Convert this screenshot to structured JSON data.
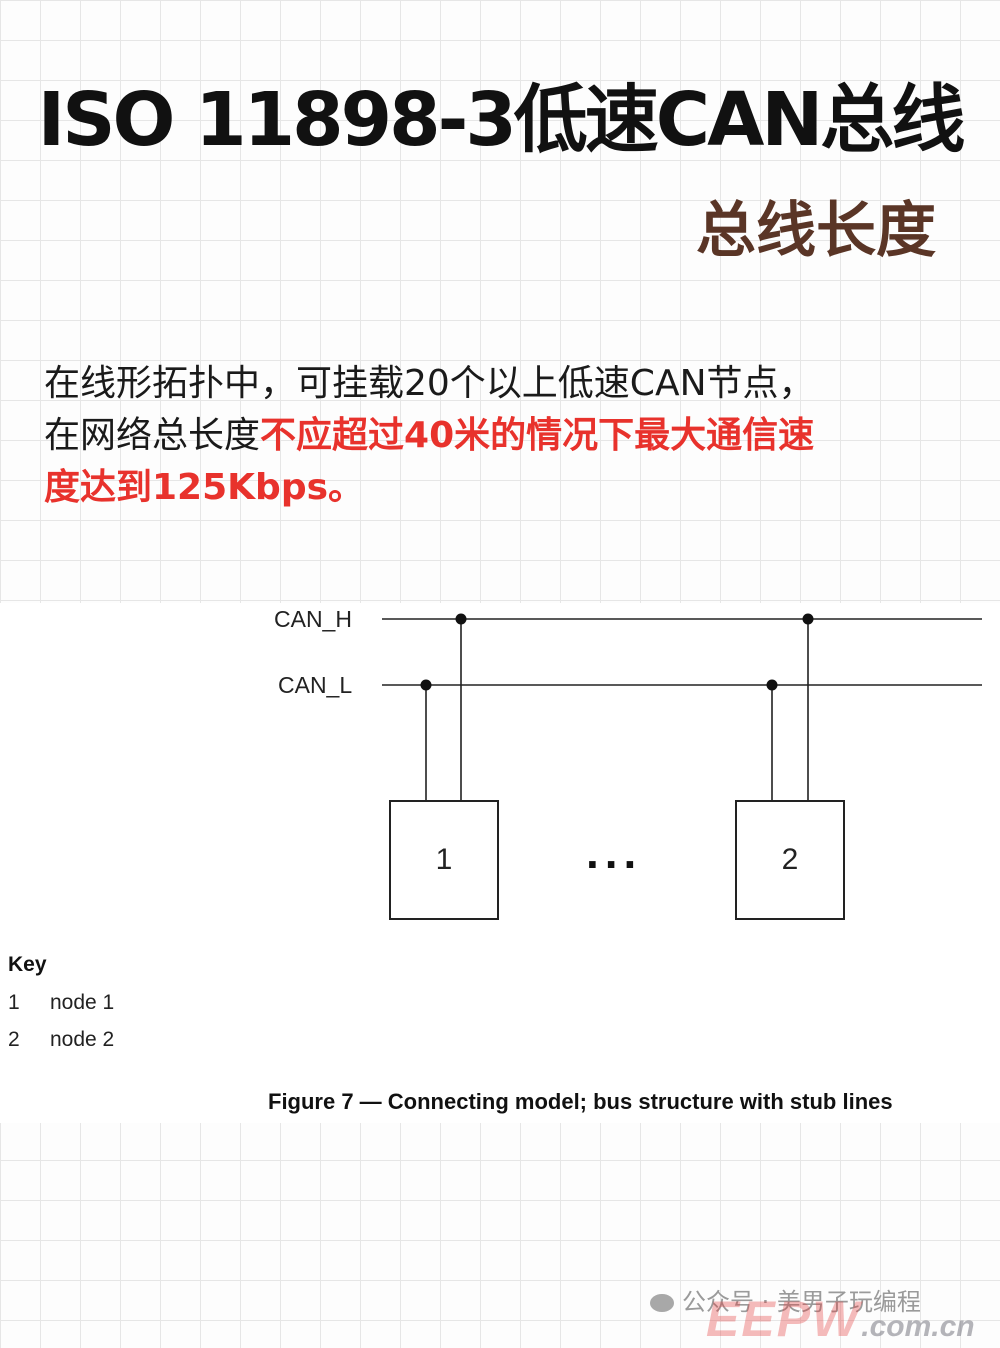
{
  "header": {
    "title": "ISO 11898-3低速CAN总线",
    "subtitle": "总线长度"
  },
  "intro": {
    "line1": "在线形拓扑中，可挂载20个以上低速CAN节点，",
    "line2_normal": "在网络总长度",
    "line2_highlight": "不应超过40米的情况下最大通信速",
    "line3_highlight": "度达到125Kbps。"
  },
  "colors": {
    "highlight": "#e8322c",
    "subtitle": "#5a3526"
  },
  "diagram": {
    "bus_high_label": "CAN_H",
    "bus_low_label": "CAN_L",
    "nodes": [
      "1",
      "2"
    ],
    "ellipsis": "..."
  },
  "key": {
    "title": "Key",
    "items": [
      {
        "num": "1",
        "label": "node 1"
      },
      {
        "num": "2",
        "label": "node 2"
      }
    ]
  },
  "caption": "Figure 7 — Connecting model; bus structure with stub lines",
  "watermark": {
    "account": "公众号 · 美男子玩编程",
    "logo_text": "EEPW",
    "logo_domain": ".com.cn"
  }
}
